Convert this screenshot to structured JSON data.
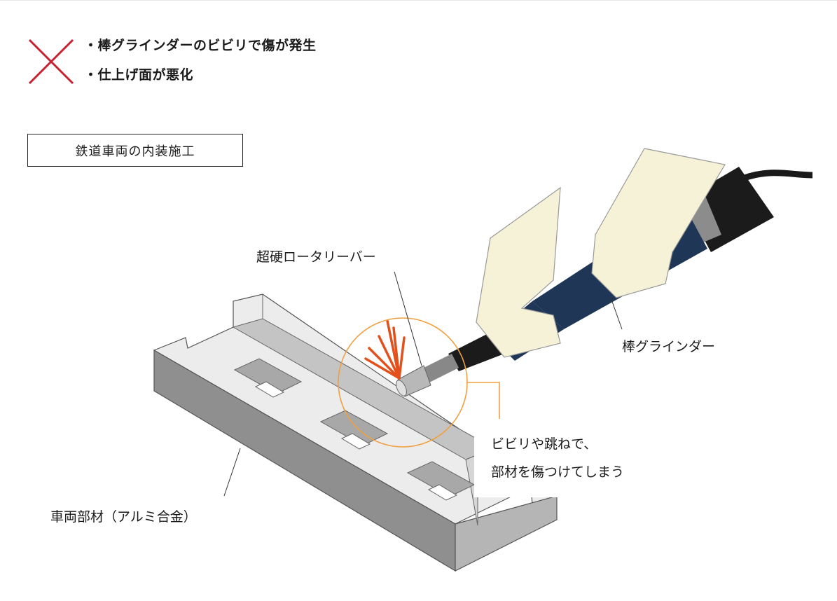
{
  "warning": {
    "points": [
      "・棒グラインダーのビビリで傷が発生",
      "・仕上げ面が悪化"
    ],
    "mark_color": "#c8202e"
  },
  "context_label": "鉄道車両の内装施工",
  "labels": {
    "burr": "超硬ロータリーバー",
    "grinder": "棒グラインダー",
    "part": "車両部材（アルミ合金）"
  },
  "callout": {
    "lines": [
      "ビビリや跳ねで、",
      "部材を傷つけてしまう"
    ],
    "accent_color": "#f0a040"
  },
  "colors": {
    "part_top": "#ececec",
    "part_front": "#8f8f8f",
    "part_side": "#b5b5b5",
    "grinder_body": "#1f3656",
    "glove": "#f5f2d8",
    "sparks": "#e2501c"
  }
}
